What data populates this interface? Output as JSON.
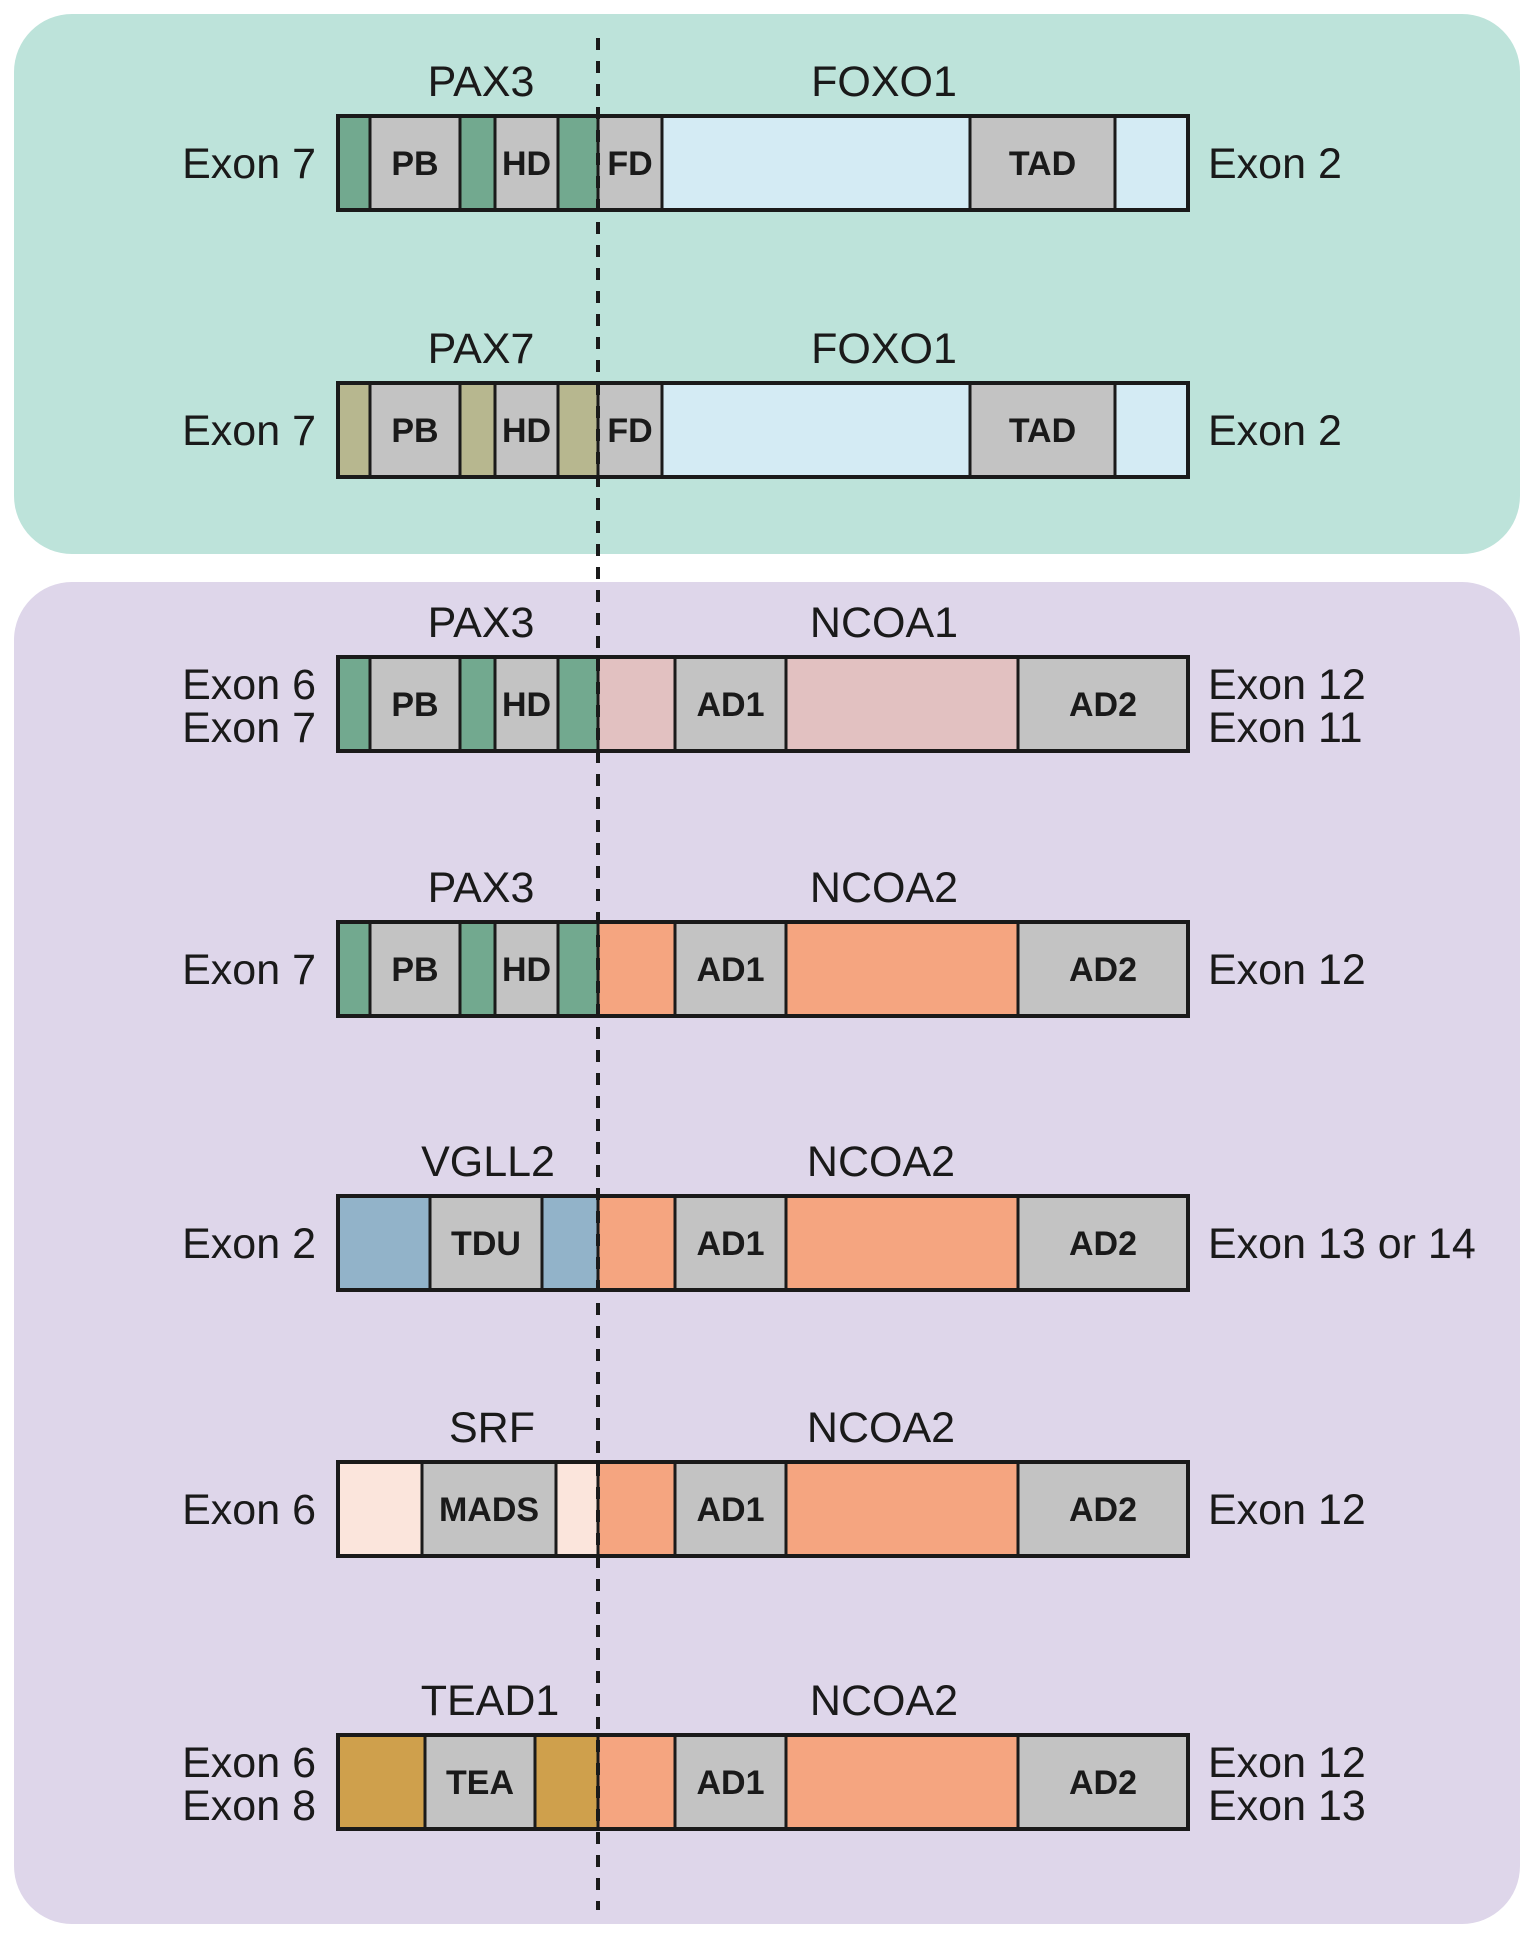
{
  "panels": [
    {
      "id": "foxo1",
      "fill": "#bde3da"
    },
    {
      "id": "ncoa",
      "fill": "#ded6ea"
    }
  ],
  "colors": {
    "pax3": "#72a98f",
    "pax7": "#b7b78f",
    "domain_gray": "#c3c3c3",
    "foxo1": "#d4ebf4",
    "ncoa1": "#e2c1c1",
    "ncoa2": "#f5a580",
    "vgll2": "#92b3c9",
    "srf": "#fbe5dc",
    "tead1": "#cfa04c",
    "outline": "#1a1a1a"
  },
  "fusions": [
    {
      "partner5": "PAX3",
      "partner3": "FOXO1",
      "exon_left": [
        "Exon 7"
      ],
      "exon_right": [
        "Exon 2"
      ],
      "segments": [
        {
          "color": "pax3"
        },
        {
          "label": "PB",
          "color": "domain_gray"
        },
        {
          "color": "pax3"
        },
        {
          "label": "HD",
          "color": "domain_gray"
        },
        {
          "color": "pax3"
        },
        {
          "label": "FD",
          "color": "domain_gray"
        },
        {
          "color": "foxo1"
        },
        {
          "label": "TAD",
          "color": "domain_gray"
        },
        {
          "color": "foxo1"
        }
      ]
    },
    {
      "partner5": "PAX7",
      "partner3": "FOXO1",
      "exon_left": [
        "Exon 7"
      ],
      "exon_right": [
        "Exon 2"
      ],
      "segments": [
        {
          "color": "pax7"
        },
        {
          "label": "PB",
          "color": "domain_gray"
        },
        {
          "color": "pax7"
        },
        {
          "label": "HD",
          "color": "domain_gray"
        },
        {
          "color": "pax7"
        },
        {
          "label": "FD",
          "color": "domain_gray"
        },
        {
          "color": "foxo1"
        },
        {
          "label": "TAD",
          "color": "domain_gray"
        },
        {
          "color": "foxo1"
        }
      ]
    },
    {
      "partner5": "PAX3",
      "partner3": "NCOA1",
      "exon_left": [
        "Exon 6",
        "Exon 7"
      ],
      "exon_right": [
        "Exon 12",
        "Exon 11"
      ],
      "segments": [
        {
          "color": "pax3"
        },
        {
          "label": "PB",
          "color": "domain_gray"
        },
        {
          "color": "pax3"
        },
        {
          "label": "HD",
          "color": "domain_gray"
        },
        {
          "color": "pax3"
        },
        {
          "color": "ncoa1"
        },
        {
          "label": "AD1",
          "color": "domain_gray"
        },
        {
          "color": "ncoa1"
        },
        {
          "label": "AD2",
          "color": "domain_gray"
        }
      ]
    },
    {
      "partner5": "PAX3",
      "partner3": "NCOA2",
      "exon_left": [
        "Exon 7"
      ],
      "exon_right": [
        "Exon 12"
      ],
      "segments": [
        {
          "color": "pax3"
        },
        {
          "label": "PB",
          "color": "domain_gray"
        },
        {
          "color": "pax3"
        },
        {
          "label": "HD",
          "color": "domain_gray"
        },
        {
          "color": "pax3"
        },
        {
          "color": "ncoa2"
        },
        {
          "label": "AD1",
          "color": "domain_gray"
        },
        {
          "color": "ncoa2"
        },
        {
          "label": "AD2",
          "color": "domain_gray"
        }
      ]
    },
    {
      "partner5": "VGLL2",
      "partner3": "NCOA2",
      "exon_left": [
        "Exon 2"
      ],
      "exon_right": [
        "Exon 13 or 14"
      ],
      "segments": [
        {
          "color": "vgll2"
        },
        {
          "label": "TDU",
          "color": "domain_gray"
        },
        {
          "color": "vgll2"
        },
        {
          "color": "ncoa2"
        },
        {
          "label": "AD1",
          "color": "domain_gray"
        },
        {
          "color": "ncoa2"
        },
        {
          "label": "AD2",
          "color": "domain_gray"
        }
      ]
    },
    {
      "partner5": "SRF",
      "partner3": "NCOA2",
      "exon_left": [
        "Exon 6"
      ],
      "exon_right": [
        "Exon 12"
      ],
      "segments": [
        {
          "color": "srf"
        },
        {
          "label": "MADS",
          "color": "domain_gray"
        },
        {
          "color": "srf"
        },
        {
          "color": "ncoa2"
        },
        {
          "label": "AD1",
          "color": "domain_gray"
        },
        {
          "color": "ncoa2"
        },
        {
          "label": "AD2",
          "color": "domain_gray"
        }
      ]
    },
    {
      "partner5": "TEAD1",
      "partner3": "NCOA2",
      "exon_left": [
        "Exon 6",
        "Exon 8"
      ],
      "exon_right": [
        "Exon 12",
        "Exon 13"
      ],
      "segments": [
        {
          "color": "tead1"
        },
        {
          "label": "TEA",
          "color": "domain_gray"
        },
        {
          "color": "tead1"
        },
        {
          "color": "ncoa2"
        },
        {
          "label": "AD1",
          "color": "domain_gray"
        },
        {
          "color": "ncoa2"
        },
        {
          "label": "AD2",
          "color": "domain_gray"
        }
      ]
    }
  ]
}
